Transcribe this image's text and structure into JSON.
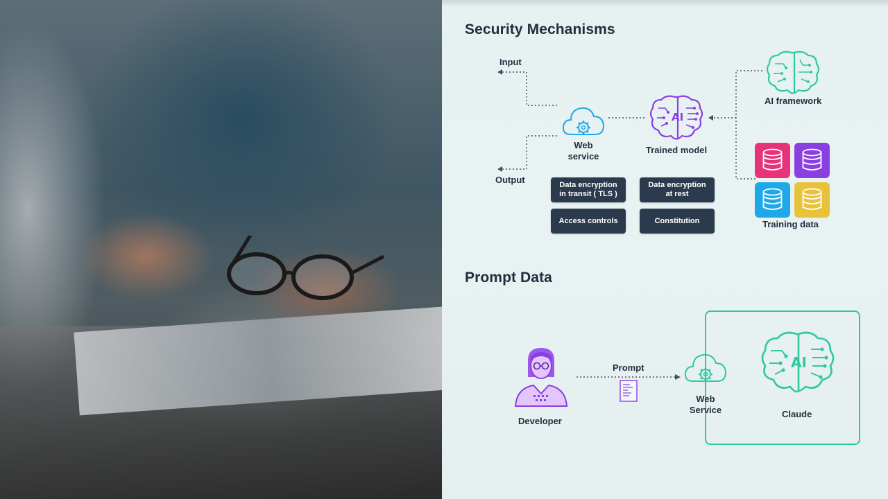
{
  "security": {
    "title": "Security Mechanisms",
    "input_label": "Input",
    "output_label": "Output",
    "web_service_label": "Web\nservice",
    "trained_model_label": "Trained model",
    "ai_framework_label": "AI framework",
    "training_data_label": "Training data",
    "ai_badge": "AI",
    "mechanisms": [
      "Data encryption\nin transit ( TLS )",
      "Data encryption\nat rest",
      "Access controls",
      "Constitution"
    ],
    "db_colors": [
      "#e8337a",
      "#8a3fe0",
      "#1fa8e8",
      "#e8c23a"
    ]
  },
  "prompt": {
    "title": "Prompt Data",
    "developer_label": "Developer",
    "prompt_label": "Prompt",
    "web_service_label": "Web\nService",
    "claude_label": "Claude",
    "ai_badge": "AI"
  },
  "colors": {
    "accent_green": "#2ec9a0",
    "accent_purple": "#8b3fe0",
    "dark_navy": "#2b3a4d"
  }
}
